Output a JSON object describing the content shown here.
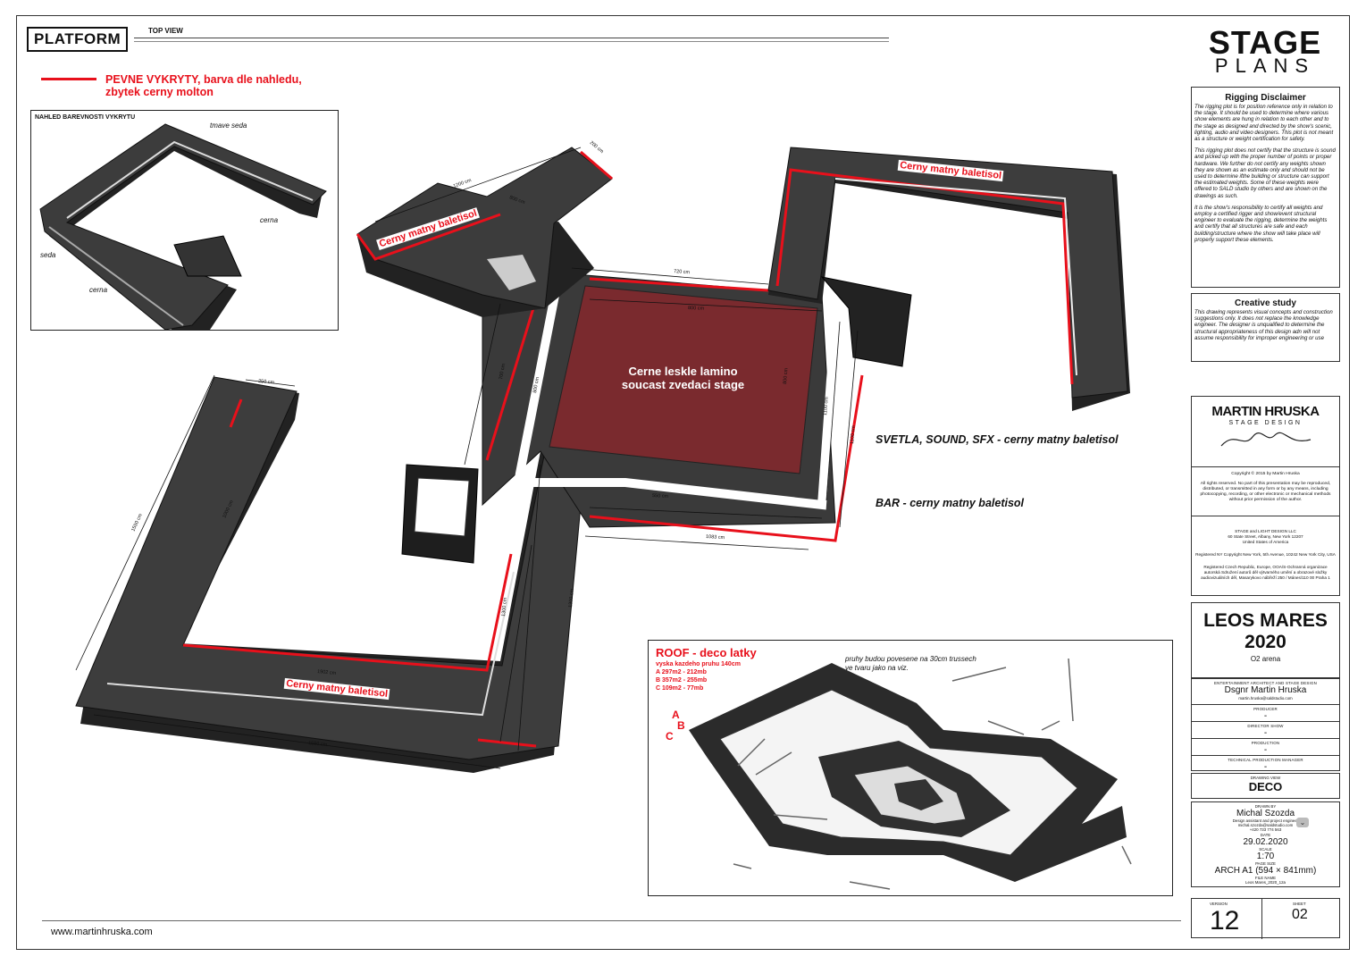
{
  "header": {
    "platform_label": "PLATFORM",
    "top_view": "TOP VIEW"
  },
  "legend": {
    "line1": "PEVNE VYKRYTY, barva dle nahledu,",
    "line2": "zbytek cerny molton"
  },
  "preview": {
    "title": "NAHLED BAREVNOSTI VYKRYTU",
    "labels": [
      "tmave seda",
      "cerna",
      "seda",
      "cerna"
    ]
  },
  "plan": {
    "stage_label_1": "Cerne leskle lamino",
    "stage_label_2": "soucast zvedaci stage",
    "ramp_labels": [
      "Cerny matny baletisol",
      "Cerny matny baletisol",
      "Cerny matny baletisol"
    ],
    "callout_lights": "SVETLA, SOUND, SFX - cerny matny baletisol",
    "callout_bar": "BAR - cerny matny baletisol",
    "dims": [
      "200 cm",
      "1200 cm",
      "800 cm",
      "720 cm",
      "800 cm",
      "700 cm",
      "800 cm",
      "800 cm",
      "1100 cm",
      "1100 cm",
      "1300 cm",
      "1083 cm",
      "250 cm",
      "1000 cm",
      "1550 cm",
      "1300 cm",
      "1902 cm",
      "1550 cm",
      "550 cm"
    ]
  },
  "roof": {
    "title": "ROOF - deco latky",
    "subtitle": "vyska kazdeho pruhu 140cm",
    "lines": [
      "A 297m2 - 212mb",
      "B 357m2 - 255mb",
      "C 109m2 - 77mb"
    ],
    "note_1": "pruhy budou povesene na 30cm trussech",
    "note_2": "ve tvaru jako na viz.",
    "letters": [
      "A",
      "B",
      "C"
    ]
  },
  "footer": {
    "website": "www.martinhruska.com"
  },
  "brand": {
    "line1": "STAGE",
    "line2": "PLANS"
  },
  "disclaimer": {
    "title": "Rigging Disclaimer",
    "p1": "The rigging plot is for position reference only in relation to the stage. It should be used to determine where various show elements are hung in relation to each other and to the stage as designed and directed by the show's scenic, lighting, audio and video designers. This plot is not meant as a structure or weight certification for safety.",
    "p2": "This rigging plot does not certify that the structure is sound and picked up with the proper number of points or proper hardware. We further do not certify any weights shown they are shown as an estimate only and should not be used to determine ifthe building or structure can support the estimated weights. Some of these weights were offered to SALD studio by others and are shown on the drawings as such.",
    "p3": "It is the show's responsibility to certify all weights and employ a certified rigger and show/event structural engineer to evaluate the rigging, determine the weights and certify that all structures are safe and each building/structure where the show will take place will properly support these elements."
  },
  "creative": {
    "title": "Creative study",
    "p": "This drawing represents visual concepts and construction suggestions only. It does not replace the knowledge engineer. The designer is unqualified to determine the structural appropriateness of this design adn will not assume responsibility for improper engineering or use"
  },
  "designer": {
    "name": "MARTIN HRUSKA",
    "sub": "STAGE DESIGN",
    "copyright_1": "Copyright © 2015 by Martin Hruska",
    "copyright_2": "All rights reserved. No part of this presentation may be reproduced, distributed, or transmitted in any form or by any means, including photocopying, recording, or other electronic or mechanical methods without prior permission of the author.",
    "addr_1": "STAGE and LIGHT DESIGN LLC",
    "addr_2": "60 State Street, Albany, New York 12207",
    "addr_3": "United States of America",
    "addr_4": "Registered NY Copyright New York, 5th Avenue, 10242 New York City, USA",
    "addr_5": "Registered Czech Republic, Europe, OOA/S-Ochranná organizace autorská Sdružení autorů děl výtvarného umění a obrazové složky audiovizuálních děl, Masarykovo nábřeží 250 / Mánes/110 00 Praha 1"
  },
  "project": {
    "title_1": "LEOS MARES",
    "title_2": "2020",
    "venue": "O2 arena",
    "rows": [
      {
        "label": "ENTERTAINMENT ARCHITECT AND STAGE DESIGN",
        "value": "Dsgnr Martin Hruska",
        "sub": "martin.hruska@saldstudio.com"
      },
      {
        "label": "PRODUCER",
        "value": "-"
      },
      {
        "label": "DIRECTOR SHOW",
        "value": "-"
      },
      {
        "label": "PRODUCTION",
        "value": "-"
      },
      {
        "label": "TECHNICAL PRODUCTION MANAGER",
        "value": "-"
      }
    ],
    "drawing_view_label": "DRAWING VIEW",
    "drawing_view": "DECO",
    "drawn_by_label": "DRAWN BY",
    "drawn_by": "Michal Szozda",
    "drawn_by_role": "Design assistant and project engineer",
    "drawn_by_contact_1": "michal.szozda@saldstudio.com",
    "drawn_by_contact_2": "+420 733 774 563",
    "date_label": "DATE",
    "date": "29.02.2020",
    "scale_label": "SCALE",
    "scale": "1:70",
    "page_size_label": "PAGE SIZE",
    "page_size": "ARCH A1 (594 × 841mm)",
    "file_name_label": "FILE NAME",
    "file_name": "Leos Mares_2020_12a",
    "version_label": "VERSION",
    "version": "12",
    "sheet_label": "SHEET",
    "sheet": "02"
  },
  "colors": {
    "accent": "#e8101b",
    "platform": "#3c3c3c",
    "stage": "#7a2a2e"
  }
}
